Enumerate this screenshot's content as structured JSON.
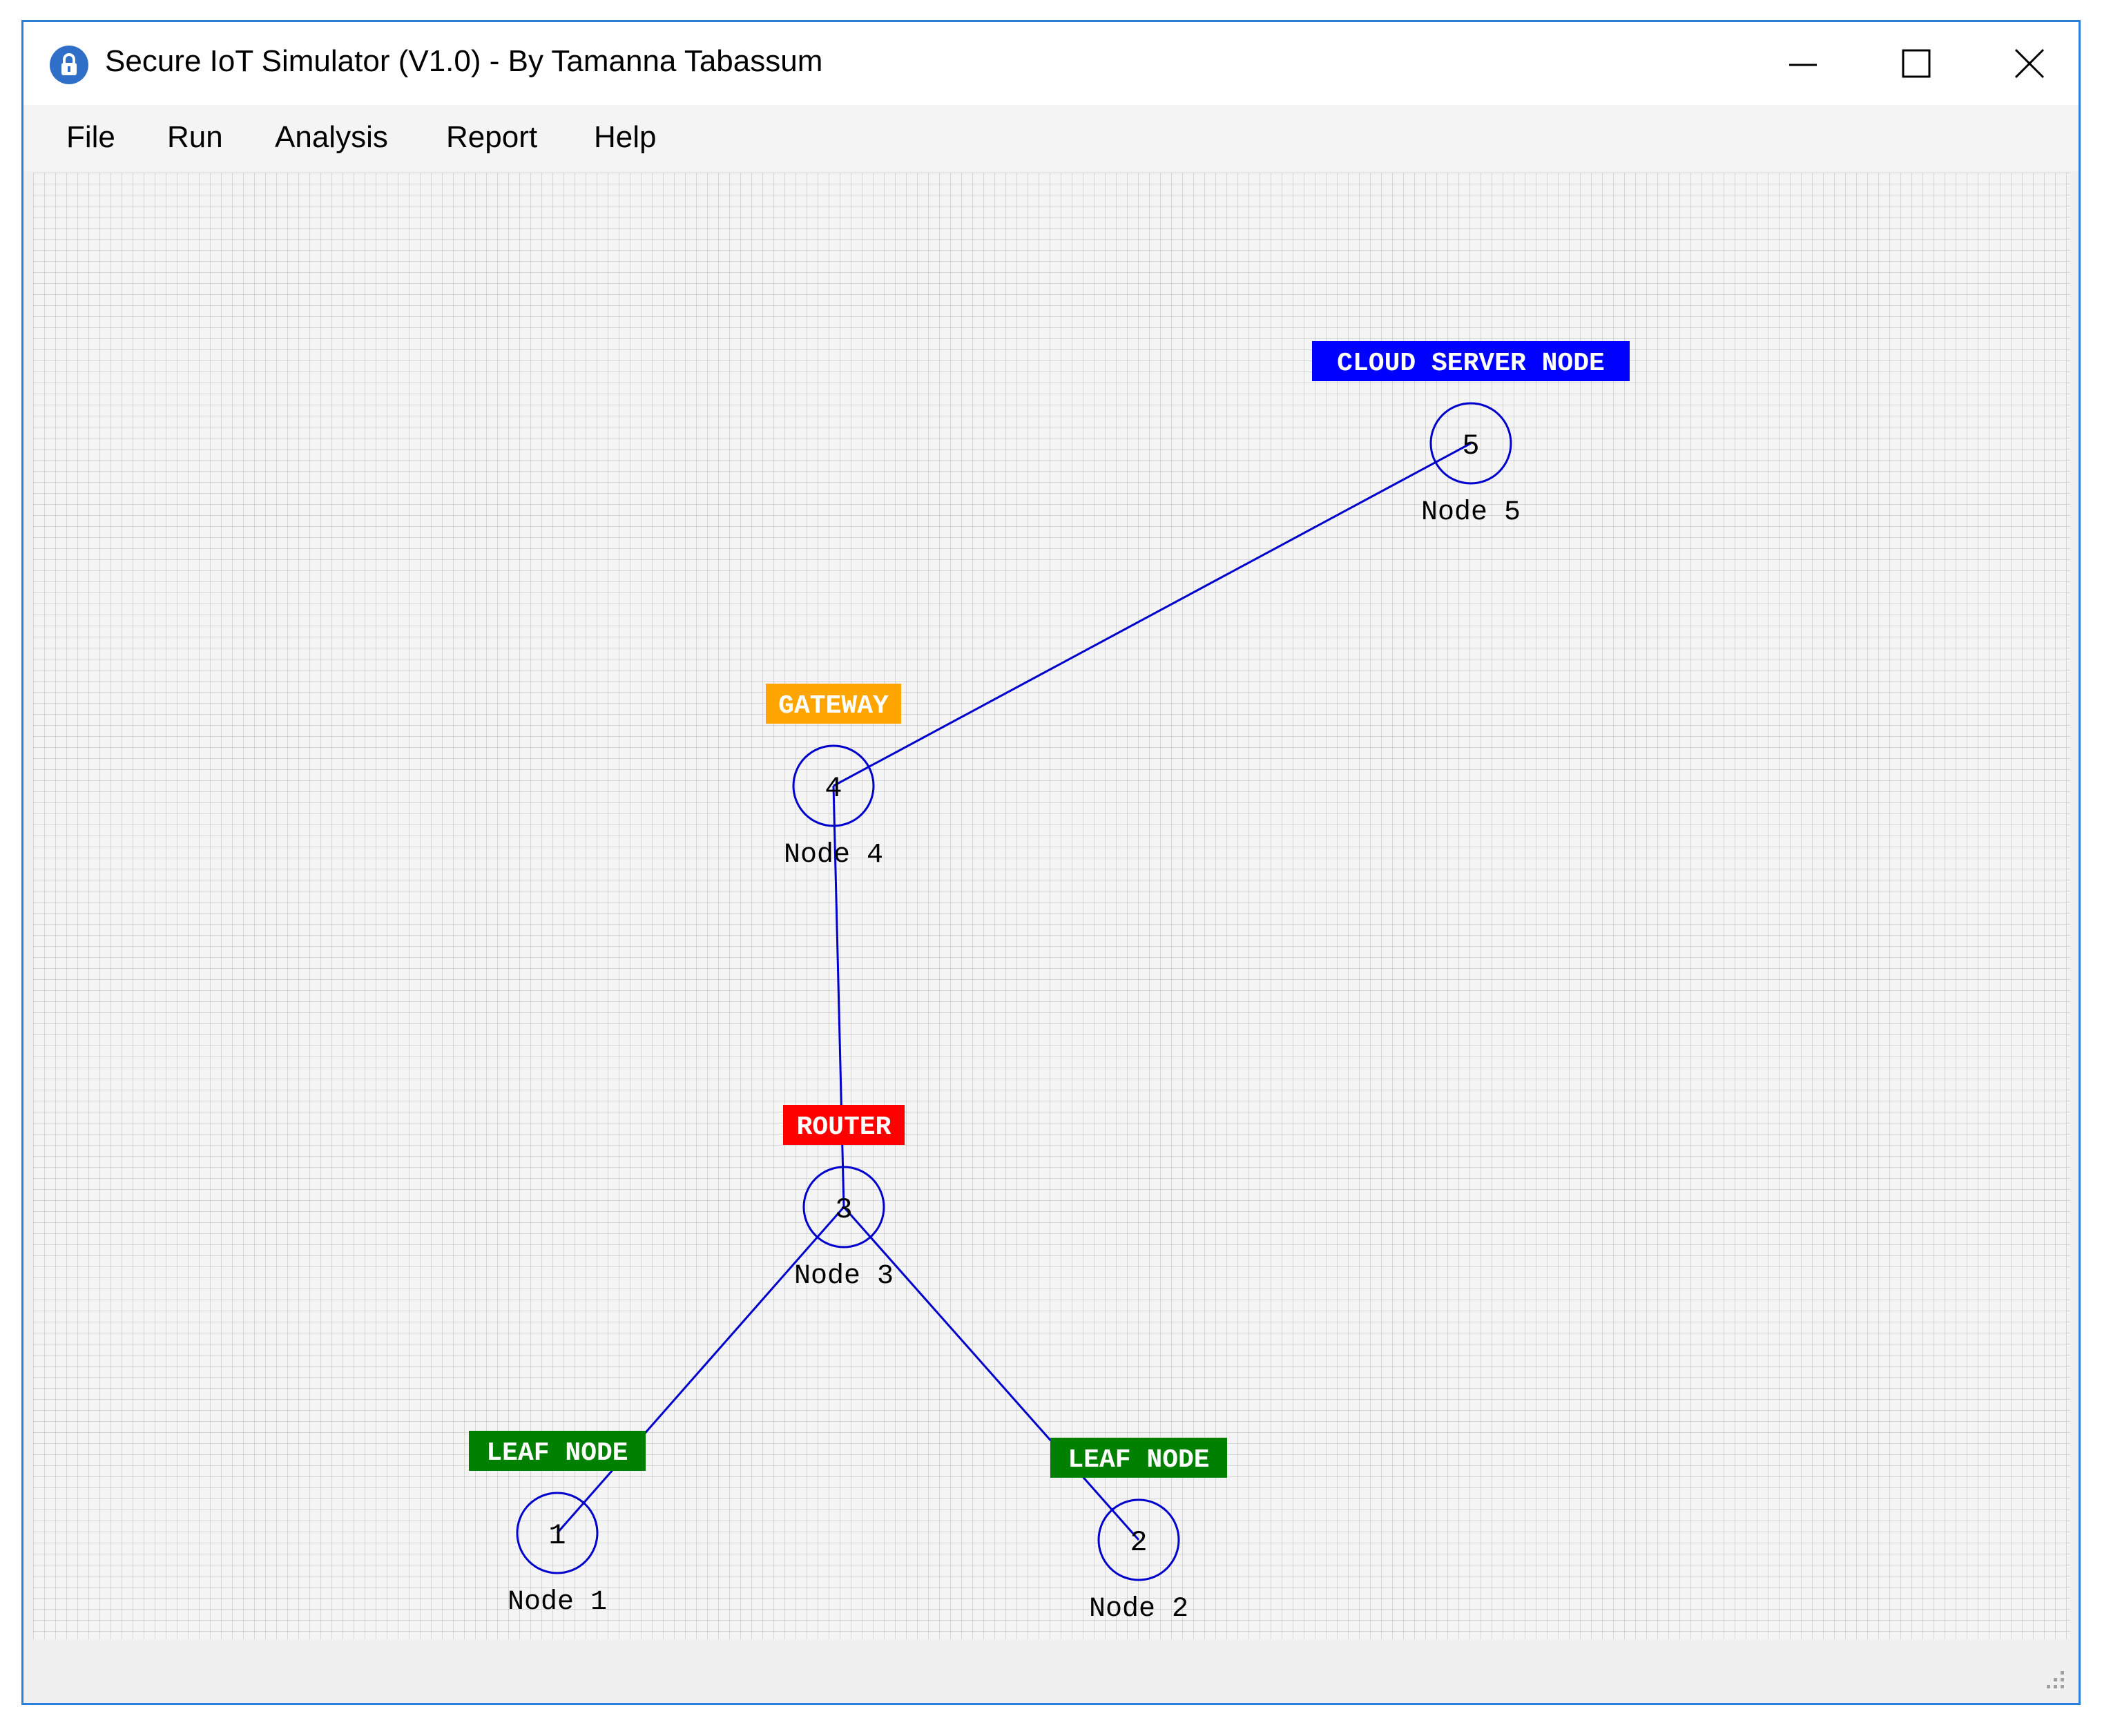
{
  "window": {
    "title": "Secure IoT Simulator (V1.0) - By Tamanna Tabassum"
  },
  "menu": {
    "items": [
      "File",
      "Run",
      "Analysis",
      "Report",
      "Help"
    ]
  },
  "icons": {
    "app": "lock-icon",
    "minimize": "minimize-icon",
    "maximize": "maximize-icon",
    "close": "close-icon",
    "resize": "resize-grip-icon"
  },
  "colors": {
    "cloud_server": "#0000ff",
    "gateway": "#ffa500",
    "router": "#ff0000",
    "leaf": "#008000",
    "link": "#0000cc"
  },
  "network": {
    "nodes": [
      {
        "id": 5,
        "num": "5",
        "label": "Node 5",
        "role": "CLOUD SERVER NODE"
      },
      {
        "id": 4,
        "num": "4",
        "label": "Node 4",
        "role": "GATEWAY"
      },
      {
        "id": 3,
        "num": "3",
        "label": "Node 3",
        "role": "ROUTER"
      },
      {
        "id": 1,
        "num": "1",
        "label": "Node 1",
        "role": "LEAF NODE"
      },
      {
        "id": 2,
        "num": "2",
        "label": "Node 2",
        "role": "LEAF NODE"
      }
    ],
    "links": [
      [
        5,
        4
      ],
      [
        4,
        3
      ],
      [
        3,
        1
      ],
      [
        3,
        2
      ]
    ]
  }
}
